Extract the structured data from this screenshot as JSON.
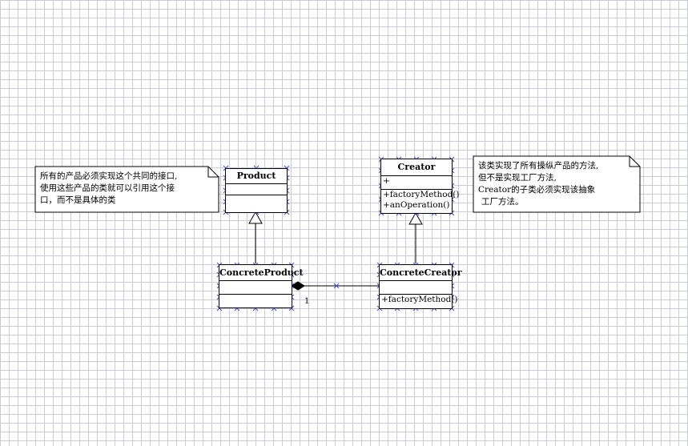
{
  "diagram": {
    "classes": {
      "product": {
        "name": "Product",
        "operations": []
      },
      "concrete_product": {
        "name": "ConcreteProduct",
        "operations": []
      },
      "creator": {
        "name": "Creator",
        "attributes": [
          "+"
        ],
        "operations": [
          "+factoryMethod()",
          "+anOperation()"
        ]
      },
      "concrete_creator": {
        "name": "ConcreteCreator",
        "operations": [
          "+factoryMethod()"
        ]
      }
    },
    "notes": {
      "product_note": [
        "所有的产品必须实现这个共同的接口,",
        "使用这些产品的类就可以引用这个接",
        "口，而不是具体的类"
      ],
      "creator_note": [
        "该类实现了所有操纵产品的方法,",
        "但不是实现工厂方法,",
        "Creator的子类必须实现该抽象",
        "工厂方法。"
      ]
    },
    "association": {
      "multiplicity": "1"
    }
  }
}
